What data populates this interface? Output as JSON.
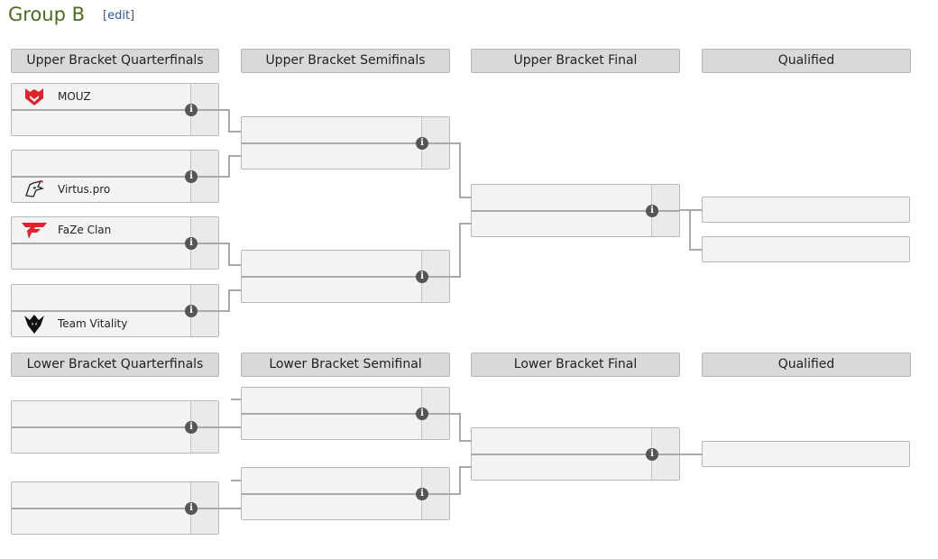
{
  "group": {
    "title": "Group B",
    "edit_open": "[",
    "edit_label": "edit",
    "edit_close": "]"
  },
  "upper": {
    "headers": [
      "Upper Bracket Quarterfinals",
      "Upper Bracket Semifinals",
      "Upper Bracket Final",
      "Qualified"
    ],
    "quarterfinals": [
      {
        "top": {
          "name": "MOUZ",
          "logo": "mouz-logo"
        },
        "bottom": {
          "name": "",
          "logo": ""
        }
      },
      {
        "top": {
          "name": "",
          "logo": ""
        },
        "bottom": {
          "name": "Virtus.pro",
          "logo": "virtus-pro-logo"
        }
      },
      {
        "top": {
          "name": "FaZe Clan",
          "logo": "faze-clan-logo"
        },
        "bottom": {
          "name": "",
          "logo": ""
        }
      },
      {
        "top": {
          "name": "",
          "logo": ""
        },
        "bottom": {
          "name": "Team Vitality",
          "logo": "team-vitality-logo"
        }
      }
    ]
  },
  "lower": {
    "headers": [
      "Lower Bracket Quarterfinals",
      "Lower Bracket Semifinal",
      "Lower Bracket Final",
      "Qualified"
    ]
  },
  "icons": {
    "info": "info-icon",
    "info_glyph": "i"
  },
  "colors": {
    "title": "#4b6b1e",
    "link": "#2a5a9c",
    "mouz": "#e3232b",
    "faze": "#e4202e"
  }
}
